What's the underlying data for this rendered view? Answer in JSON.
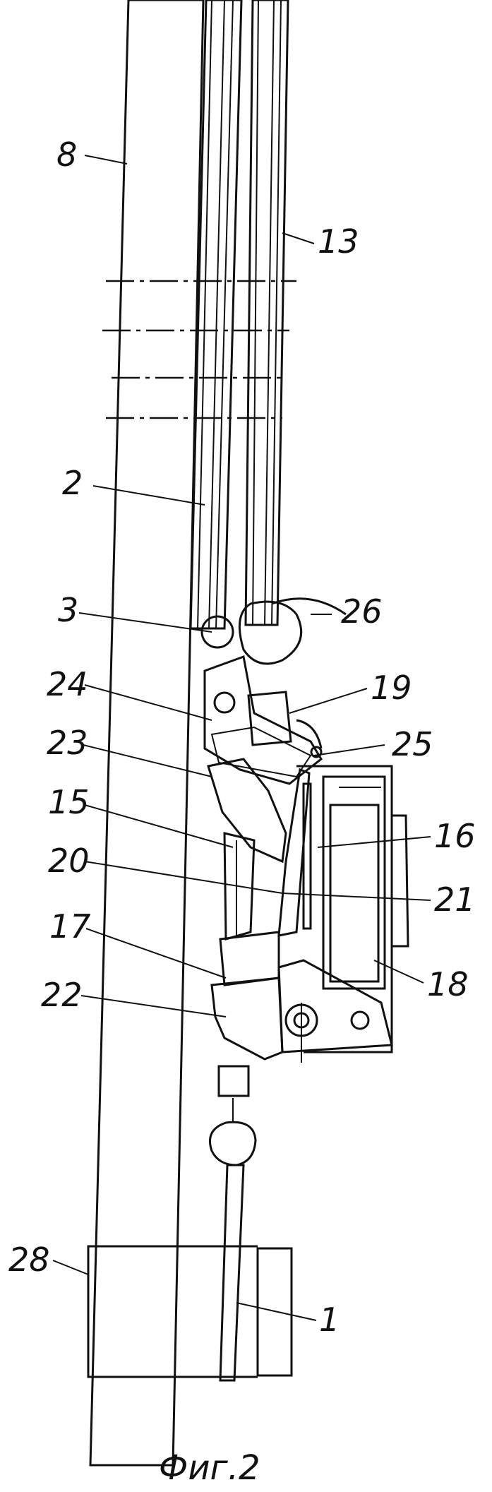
{
  "figure": {
    "caption": "Фиг.2",
    "labels": {
      "l8": "8",
      "l13": "13",
      "l2": "2",
      "l3": "3",
      "l26": "26",
      "l24": "24",
      "l19": "19",
      "l23": "23",
      "l25": "25",
      "l15": "15",
      "l16": "16",
      "l20": "20",
      "l21": "21",
      "l17": "17",
      "l18": "18",
      "l22": "22",
      "l28": "28",
      "l1": "1"
    }
  }
}
